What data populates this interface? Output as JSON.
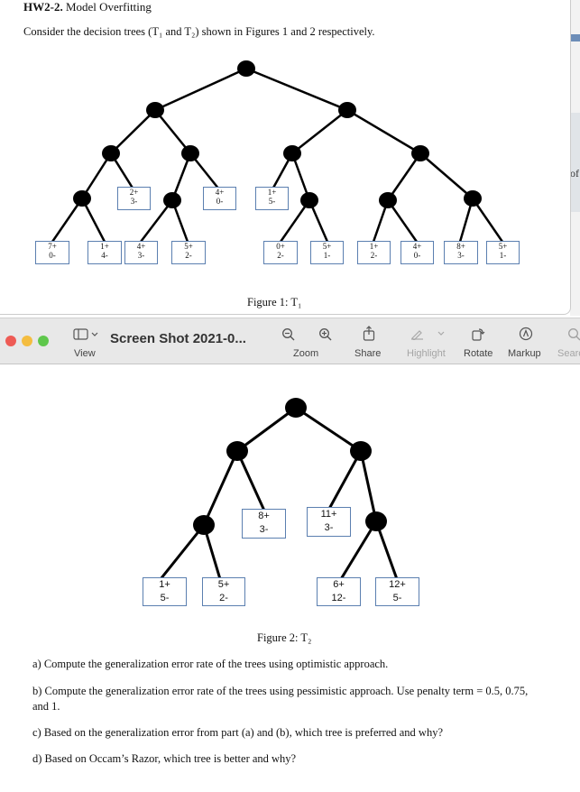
{
  "document": {
    "title_bold": "HW2-2.",
    "title_rest": " Model Overfitting",
    "intro": "Consider the decision trees (T₁ and T₂) shown in Figures 1 and 2 respectively.",
    "figure1_caption": "Figure 1: T₁",
    "figure2_caption": "Figure 2: T₂",
    "tree1_leaves": [
      {
        "pos": "2+",
        "neg": "3-"
      },
      {
        "pos": "4+",
        "neg": "0-"
      },
      {
        "pos": "1+",
        "neg": "5-"
      },
      {
        "pos": "7+",
        "neg": "0-"
      },
      {
        "pos": "1+",
        "neg": "4-"
      },
      {
        "pos": "4+",
        "neg": "3-"
      },
      {
        "pos": "5+",
        "neg": "2-"
      },
      {
        "pos": "0+",
        "neg": "2-"
      },
      {
        "pos": "5+",
        "neg": "1-"
      },
      {
        "pos": "1+",
        "neg": "2-"
      },
      {
        "pos": "4+",
        "neg": "0-"
      },
      {
        "pos": "8+",
        "neg": "3-"
      },
      {
        "pos": "5+",
        "neg": "1-"
      }
    ],
    "tree2_leaves": [
      {
        "pos": "8+",
        "neg": "3-"
      },
      {
        "pos": "11+",
        "neg": "3-"
      },
      {
        "pos": "1+",
        "neg": "5-"
      },
      {
        "pos": "5+",
        "neg": "2-"
      },
      {
        "pos": "6+",
        "neg": "12-"
      },
      {
        "pos": "12+",
        "neg": "5-"
      }
    ],
    "questions": {
      "a": "a) Compute the generalization error rate of the trees using optimistic approach.",
      "b": "b) Compute the generalization error rate of the trees using pessimistic approach. Use penalty term = 0.5, 0.75, and 1.",
      "c": "c) Based on the generalization error from part (a) and (b), which tree is preferred and why?",
      "d": "d) Based on Occam’s Razor, which tree is better and why?"
    }
  },
  "background_window": {
    "edge_text": "of"
  },
  "toolbar": {
    "window_title": "Screen Shot 2021-0...",
    "view_label": "View",
    "zoom_label": "Zoom",
    "share_label": "Share",
    "highlight_label": "Highlight",
    "rotate_label": "Rotate",
    "markup_label": "Markup",
    "search_label": "Searc"
  },
  "colors": {
    "leaf_border": "#5b7fb0",
    "toolbar_bg": "#e8e8e8",
    "close": "#ee5b55",
    "minimize": "#f4bd40",
    "zoom": "#5fc74c"
  }
}
